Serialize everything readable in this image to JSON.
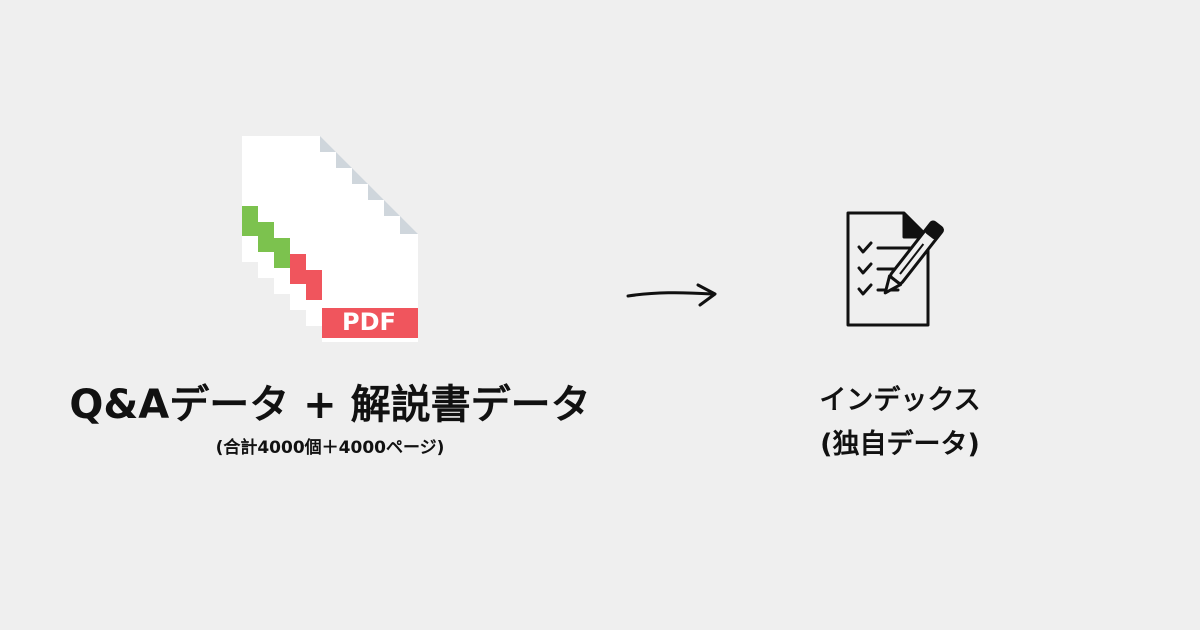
{
  "left": {
    "title": "Q&Aデータ + 解説書データ",
    "subtitle": "(合計4000個＋4000ページ)",
    "pdf_label": "PDF"
  },
  "right": {
    "title": "インデックス",
    "subtitle": "(独自データ)"
  },
  "icons": {
    "documents": "stacked-documents-icon",
    "arrow": "arrow-right-icon",
    "checklist": "checklist-pen-icon"
  },
  "colors": {
    "background": "#efefef",
    "green_tab": "#7cc24e",
    "red_tab": "#f0555d",
    "page": "#ffffff",
    "fold": "#cfd6dc",
    "ink": "#111111"
  }
}
